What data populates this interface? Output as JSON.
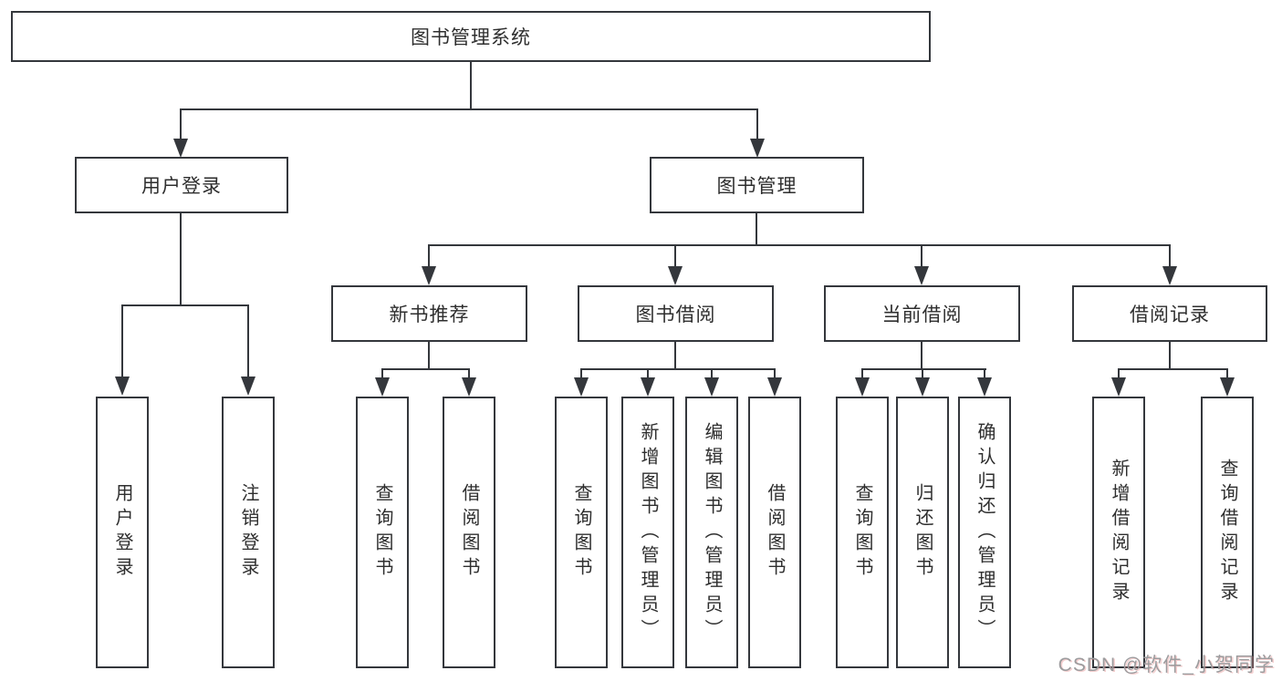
{
  "root": {
    "label": "图书管理系统"
  },
  "level2": {
    "user_login": "用户登录",
    "book_management": "图书管理"
  },
  "level3": {
    "new_book_recommend": "新书推荐",
    "book_borrow": "图书借阅",
    "current_borrow": "当前借阅",
    "borrow_records": "借阅记录"
  },
  "leaves": {
    "user_login": "用户登录",
    "logout": "注销登录",
    "nbr_query_books": "查询图书",
    "nbr_borrow_books": "借阅图书",
    "bb_query_books": "查询图书",
    "bb_add_books_admin": "新增图书（管理员）",
    "bb_edit_books_admin": "编辑图书（管理员）",
    "bb_borrow_books": "借阅图书",
    "cb_query_books": "查询图书",
    "cb_return_books": "归还图书",
    "cb_confirm_return_admin": "确认归还（管理员）",
    "br_add_record": "新增借阅记录",
    "br_query_record": "查询借阅记录"
  },
  "watermark": "CSDN @软件_小贺同学",
  "colors": {
    "line": "#34373c",
    "text": "#2e2e2e",
    "watermark": "#9c9c9e",
    "background": "#ffffff"
  }
}
